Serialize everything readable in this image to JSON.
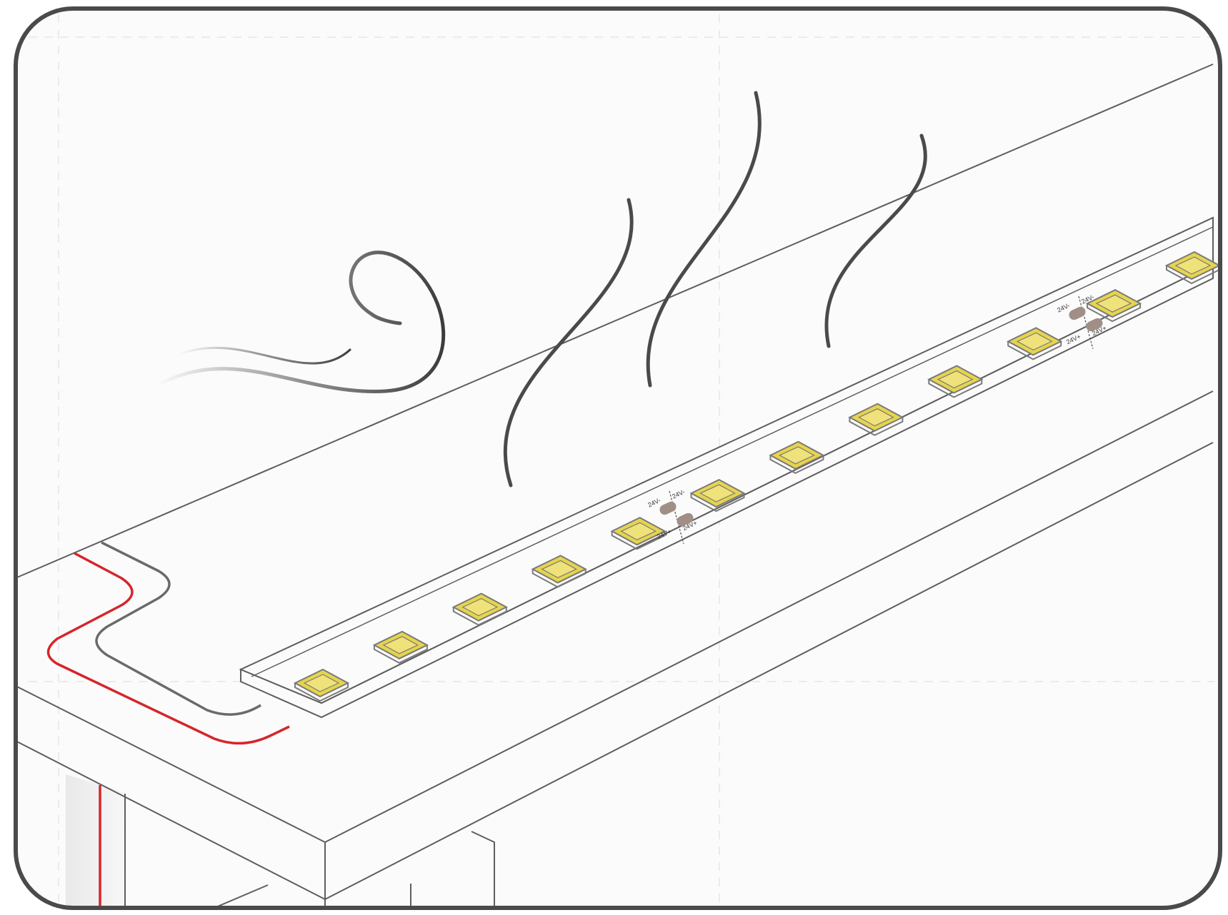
{
  "diagram": {
    "colors": {
      "frame": "#4a4a4a",
      "background": "#fbfbfb",
      "line": "#5e5e5e",
      "wire_red": "#d6252b",
      "wire_grey": "#6a6a6a",
      "led_yellow": "#e6d44d",
      "led_outline": "#7a7a7a",
      "solder_pad": "#a08f86",
      "airflow": "#3c3c3c"
    },
    "icons": {
      "led_chip": "led-chip-icon",
      "solder_pad": "solder-pad-icon",
      "airflow": "airflow-heat-icon"
    },
    "strip": {
      "led_count": 12,
      "cut_point_labels": {
        "top_left": "24V-",
        "top_right": "24V-",
        "bottom_left": "24V+",
        "bottom_right": "24V+"
      }
    }
  }
}
